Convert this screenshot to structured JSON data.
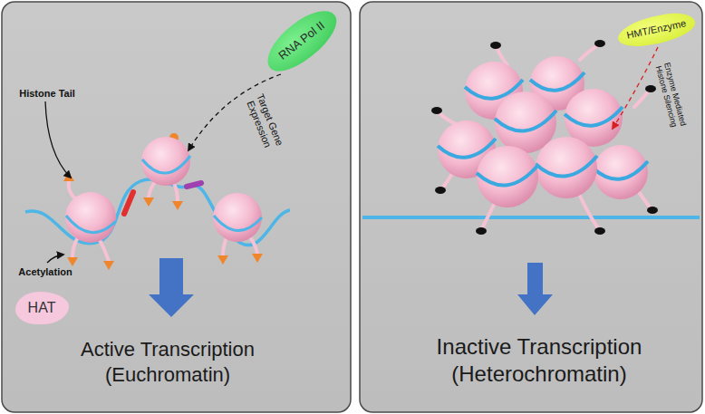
{
  "diagram": {
    "nodes": [
      {
        "text": [
          "Active Transcription (Euchromatin)"
        ]
      },
      {
        "text": [
          "HAT"
        ],
        "in": 0
      },
      {
        "text": [
          "RNA Pol II"
        ],
        "in": 0
      },
      {
        "text": [
          "Inactive Transcription (Heterochromatin)"
        ]
      },
      {
        "text": [
          "HMT/Enzyme"
        ],
        "in": 3
      }
    ],
    "labels": [
      "Histone Tail",
      "Acetylation",
      "Target Gene Expression",
      "Enzyme Mediated Histone Silencing"
    ]
  }
}
